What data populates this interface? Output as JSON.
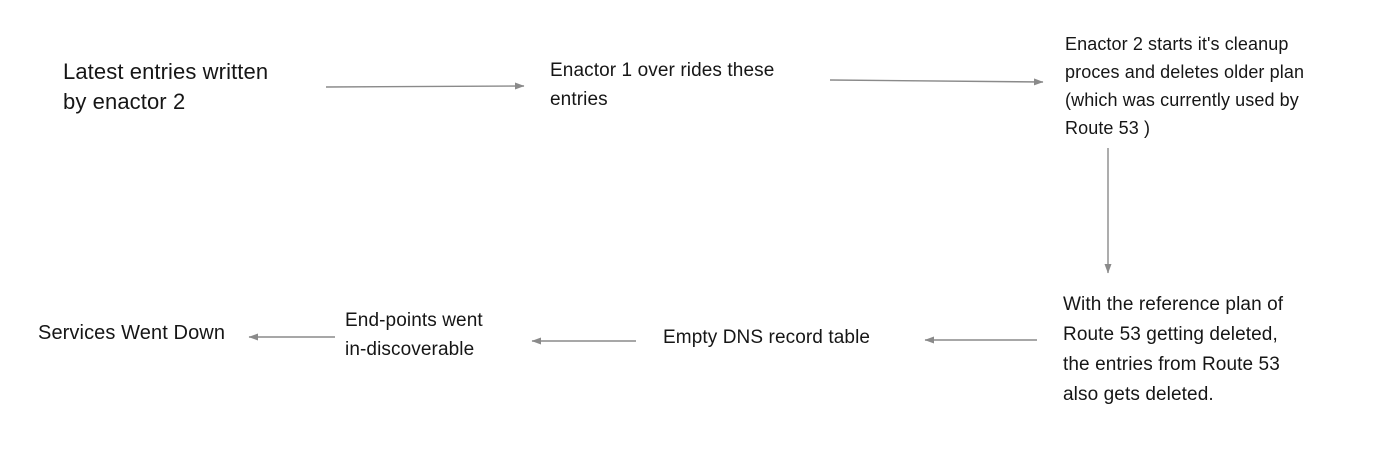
{
  "colors": {
    "bg": "#ffffff",
    "text": "#161616",
    "arrow": "#8a8a8a"
  },
  "diagram": {
    "type": "flow-diagram",
    "nodes": {
      "latest_entries": {
        "lines": [
          "Latest entries written",
          "by enactor 2"
        ]
      },
      "enactor1_override": {
        "lines": [
          "Enactor 1 over rides these",
          "entries"
        ]
      },
      "enactor2_cleanup": {
        "lines": [
          "Enactor 2 starts it's cleanup",
          "proces and deletes older plan",
          "(which was currently used by",
          "Route 53 )"
        ]
      },
      "reference_deleted": {
        "lines": [
          "With the reference plan of",
          "Route 53 getting deleted,",
          "the entries from Route 53",
          "also gets deleted."
        ]
      },
      "empty_dns": {
        "lines": [
          "Empty DNS record table"
        ]
      },
      "endpoints": {
        "lines": [
          "End-points went",
          "in-discoverable"
        ]
      },
      "services_down": {
        "lines": [
          "Services Went Down"
        ]
      }
    },
    "edges": [
      {
        "from": "latest_entries",
        "to": "enactor1_override"
      },
      {
        "from": "enactor1_override",
        "to": "enactor2_cleanup"
      },
      {
        "from": "enactor2_cleanup",
        "to": "reference_deleted"
      },
      {
        "from": "reference_deleted",
        "to": "empty_dns"
      },
      {
        "from": "empty_dns",
        "to": "endpoints"
      },
      {
        "from": "endpoints",
        "to": "services_down"
      }
    ]
  }
}
